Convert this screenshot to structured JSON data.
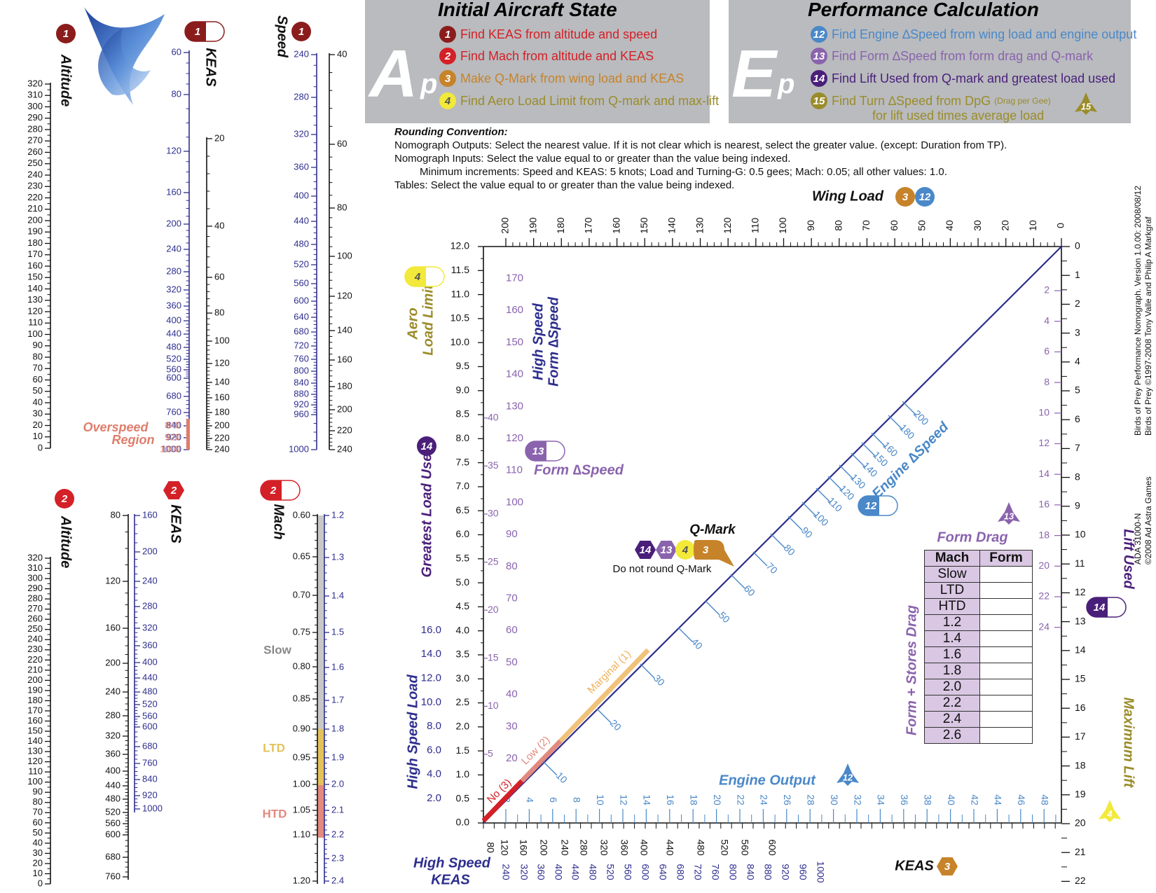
{
  "colors": {
    "navy": "#2e2e8f",
    "dark_red": "#8b1c1c",
    "red": "#d42027",
    "orange": "#c7832a",
    "yellow": "#f2e93a",
    "blue": "#4a88c8",
    "purple": "#8a63ad",
    "dark_purple": "#4a1f7a",
    "olive": "#9a8c2a",
    "overspeed": "#e07d6b",
    "gray_band": "#c8c8c8",
    "ltd_band": "#e2c25a",
    "htd_band": "#e28a7f",
    "header_gray": "#b9bbbe"
  },
  "header_left": {
    "title": "Initial Aircraft State",
    "letter": "A",
    "subscript": "p",
    "steps": [
      {
        "num": "1",
        "text": "Find KEAS from altitude and speed"
      },
      {
        "num": "2",
        "text": "Find Mach from altitude and KEAS"
      },
      {
        "num": "3",
        "text": "Make Q-Mark from wing load and KEAS"
      },
      {
        "num": "4",
        "text": "Find Aero Load Limit from Q-mark and max-lift"
      }
    ]
  },
  "header_right": {
    "title": "Performance Calculation",
    "letter": "E",
    "subscript": "p",
    "steps": [
      {
        "num": "12",
        "text": "Find Engine ∆Speed from wing load and engine output"
      },
      {
        "num": "13",
        "text": "Find Form ∆Speed from form drag and Q-mark"
      },
      {
        "num": "14",
        "text": "Find Lift Used from Q-mark and greatest load used"
      },
      {
        "num": "15",
        "text": "Find Turn ∆Speed from DpG",
        "small": "(Drag per Gee)",
        "text2": "for lift used times average load"
      }
    ]
  },
  "rounding": {
    "heading": "Rounding Convention:",
    "line1": "Nomograph Outputs: Select the nearest value. If it is not clear which is nearest, select the greater value. (except: Duration from TP).",
    "line2": "Nomograph Inputs: Select the value equal to or greater than the value being indexed.",
    "line3": "Minimum increments: Speed and KEAS: 5 knots; Load and Turning-G: 0.5 gees; Mach: 0.05; all other values: 1.0.",
    "line4": "Tables: Select the value equal to or greater than the value being indexed."
  },
  "side_text": {
    "line1": "Birds of Prey Performance Nomograph. Version 1.0.00: 2008/08/12",
    "line2": "Birds of Prey ©1997-2008 Tony Valle and Philip A Markgraf",
    "line3": "ADA 31000-N",
    "line4": "©2008 Ad Astra Games"
  },
  "labels": {
    "altitude": "Altitude",
    "keas": "KEAS",
    "speed": "Speed",
    "mach": "Mach",
    "overspeed_1": "Overspeed",
    "overspeed_2": "Region",
    "slow": "Slow",
    "ltd": "LTD",
    "htd": "HTD",
    "wing_load": "Wing Load",
    "aero_load_1": "Aero",
    "aero_load_2": "Load Limit",
    "hs_form_1": "High Speed",
    "hs_form_2": "Form ∆Speed",
    "form_dspeed": "Form ∆Speed",
    "greatest_load": "Greatest Load Used",
    "hs_load": "High Speed Load",
    "qmark": "Q-Mark",
    "no_round": "Do not round Q-Mark",
    "engine_dspeed": "Engine ∆Speed",
    "engine_output": "Engine Output",
    "form_drag": "Form Drag",
    "form_stores": "Form + Stores Drag",
    "lift_used": "Lift Used",
    "max_lift": "Maximum Lift",
    "hs_keas_1": "High Speed",
    "hs_keas_2": "KEAS",
    "keas_bottom": "KEAS",
    "marginal": "Marginal (1)",
    "low": "Low (2)",
    "no": "No (3)"
  },
  "markers": {
    "n1": "1",
    "n2": "2",
    "n3": "3",
    "n4": "4",
    "n12": "12",
    "n13": "13",
    "n14": "14",
    "n15": "15"
  },
  "scales": {
    "altitude1": [
      "0",
      "10",
      "20",
      "30",
      "40",
      "50",
      "60",
      "70",
      "80",
      "90",
      "100",
      "110",
      "120",
      "130",
      "140",
      "150",
      "160",
      "170",
      "180",
      "190",
      "200",
      "210",
      "220",
      "230",
      "240",
      "250",
      "260",
      "270",
      "280",
      "290",
      "300",
      "310",
      "320"
    ],
    "keas1_left": [
      "60",
      "80",
      "120",
      "160",
      "200",
      "240",
      "280",
      "320",
      "360",
      "400",
      "440",
      "480",
      "520",
      "560",
      "600",
      "680",
      "760",
      "840",
      "920",
      "1000"
    ],
    "keas1_right": [
      "20",
      "40",
      "60",
      "80",
      "100",
      "120",
      "140",
      "160",
      "180",
      "200",
      "220",
      "240"
    ],
    "speed_left": [
      "240",
      "280",
      "320",
      "360",
      "400",
      "440",
      "480",
      "520",
      "560",
      "600",
      "640",
      "680",
      "720",
      "760",
      "800",
      "840",
      "880",
      "920",
      "960",
      "1000"
    ],
    "speed_right": [
      "40",
      "60",
      "80",
      "100",
      "120",
      "140",
      "160",
      "180",
      "200",
      "220",
      "240"
    ],
    "altitude2": [
      "0",
      "10",
      "20",
      "30",
      "40",
      "50",
      "60",
      "70",
      "80",
      "90",
      "100",
      "110",
      "120",
      "130",
      "140",
      "150",
      "160",
      "170",
      "180",
      "190",
      "200",
      "210",
      "220",
      "230",
      "240",
      "250",
      "260",
      "270",
      "280",
      "290",
      "300",
      "310",
      "320"
    ],
    "keas2_left": [
      "80",
      "120",
      "160",
      "200",
      "240",
      "280",
      "320",
      "360",
      "400",
      "440",
      "480",
      "520",
      "560",
      "600",
      "680",
      "760"
    ],
    "keas2_right": [
      "160",
      "200",
      "240",
      "280",
      "320",
      "360",
      "400",
      "440",
      "480",
      "520",
      "560",
      "600",
      "680",
      "760",
      "840",
      "920",
      "1000"
    ],
    "mach_left": [
      "0.60",
      "0.65",
      "0.70",
      "0.75",
      "0.80",
      "0.85",
      "0.90",
      "0.95",
      "1.00",
      "1.05",
      "1.10",
      "1.20"
    ],
    "mach_right": [
      "1.2",
      "1.3",
      "1.4",
      "1.5",
      "1.6",
      "1.7",
      "1.8",
      "1.9",
      "2.0",
      "2.1",
      "2.2",
      "2.3",
      "2.4"
    ],
    "wing_load": [
      "200",
      "190",
      "180",
      "170",
      "160",
      "150",
      "140",
      "130",
      "120",
      "110",
      "100",
      "90",
      "80",
      "70",
      "60",
      "50",
      "40",
      "30",
      "20",
      "10",
      "0"
    ],
    "load_left": [
      "0.0",
      "0.5",
      "1.0",
      "1.5",
      "2.0",
      "2.5",
      "3.0",
      "3.5",
      "4.0",
      "4.5",
      "5.0",
      "5.5",
      "6.0",
      "6.5",
      "7.0",
      "7.5",
      "8.0",
      "8.5",
      "9.0",
      "9.5",
      "10.0",
      "10.5",
      "11.0",
      "11.5",
      "12.0"
    ],
    "hs_load": [
      "2.0",
      "4.0",
      "6.0",
      "8.0",
      "10.0",
      "12.0",
      "14.0",
      "16.0"
    ],
    "hs_form_inner": [
      "5",
      "10",
      "15",
      "20",
      "25",
      "30",
      "35",
      "40"
    ],
    "hs_form_outer": [
      "20",
      "30",
      "40",
      "50",
      "60",
      "70",
      "80",
      "90",
      "100",
      "110",
      "120",
      "130",
      "140",
      "150",
      "160",
      "170"
    ],
    "engine_output": [
      "2",
      "4",
      "6",
      "8",
      "10",
      "12",
      "14",
      "16",
      "18",
      "20",
      "22",
      "24",
      "26",
      "28",
      "30",
      "32",
      "34",
      "36",
      "38",
      "40",
      "42",
      "44",
      "46",
      "48"
    ],
    "hs_keas_bottom": [
      "240",
      "320",
      "360",
      "400",
      "440",
      "480",
      "520",
      "560",
      "600",
      "640",
      "680",
      "720",
      "760",
      "800",
      "840",
      "880",
      "920",
      "960",
      "1000"
    ],
    "keas_bottom": [
      "80",
      "120",
      "160",
      "200",
      "240",
      "280",
      "320",
      "360",
      "400",
      "440",
      "480",
      "520",
      "560",
      "600"
    ],
    "diag": [
      "10",
      "20",
      "30",
      "40",
      "50",
      "60",
      "70",
      "80",
      "90",
      "100",
      "110",
      "120",
      "130",
      "140",
      "150",
      "160",
      "180",
      "200"
    ],
    "lift_used": [
      "0",
      "1",
      "2",
      "3",
      "4",
      "5",
      "6",
      "7",
      "8",
      "9",
      "10",
      "11",
      "12",
      "13",
      "14",
      "15",
      "16",
      "17",
      "18",
      "19",
      "20",
      "21",
      "22"
    ],
    "form_drag_left": [
      "2",
      "4",
      "6",
      "8",
      "10",
      "12",
      "14",
      "16",
      "18",
      "20",
      "22",
      "24"
    ]
  },
  "mach_table": {
    "head_mach": "Mach",
    "head_form": "Form",
    "rows": [
      "Slow",
      "LTD",
      "HTD",
      "1.2",
      "1.4",
      "1.6",
      "1.8",
      "2.0",
      "2.2",
      "2.4",
      "2.6"
    ]
  }
}
